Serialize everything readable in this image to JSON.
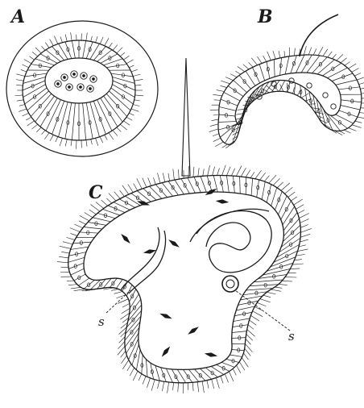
{
  "figure": {
    "panels": [
      {
        "id": "A",
        "label": "A"
      },
      {
        "id": "B",
        "label": "B"
      },
      {
        "id": "C",
        "label": "C"
      }
    ],
    "callouts": [
      {
        "id": "s-left",
        "label": "s"
      },
      {
        "id": "s-right",
        "label": "s"
      }
    ],
    "colors": {
      "ink": "#1a1a1a",
      "paper": "#ffffff",
      "stipple": "#555555"
    }
  }
}
